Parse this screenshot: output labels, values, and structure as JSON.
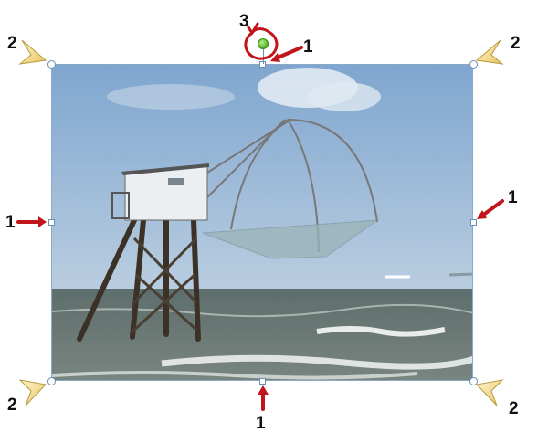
{
  "labels": {
    "side_handle_number": "1",
    "corner_handle_number": "2",
    "rotation_handle_number": "3"
  },
  "colors": {
    "arrow": "#c0151b",
    "corner_pointer": "#f2d276",
    "rotation_handle": "#4fb022",
    "selection_border": "#6b8fb5"
  },
  "icons": {
    "side_arrows": "red-arrow-icon",
    "corner_pointers": "yellow-triangle-pointer-icon",
    "rotation_circle": "red-rotation-circle-icon"
  }
}
